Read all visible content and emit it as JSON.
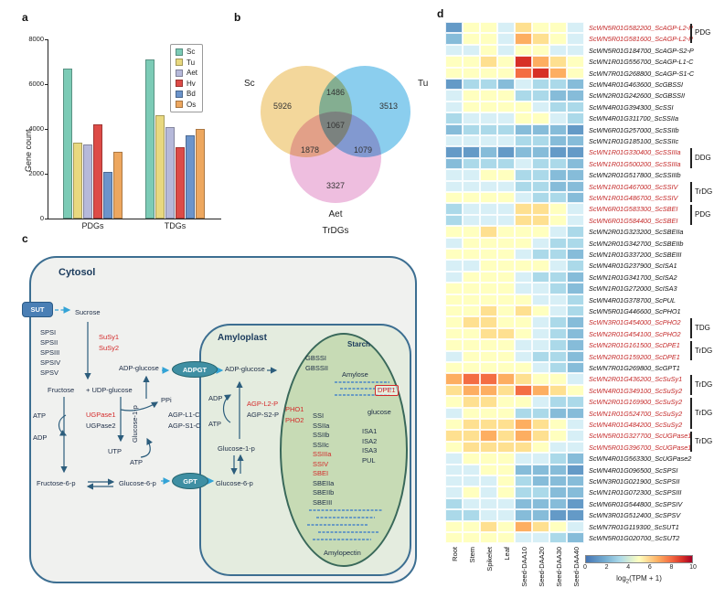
{
  "panels": {
    "a": "a",
    "b": "b",
    "c": "c",
    "d": "d"
  },
  "bar_chart": {
    "type": "bar",
    "ylabel": "Gene count",
    "ylim": [
      0,
      8000
    ],
    "yticks": [
      0,
      2000,
      4000,
      6000,
      8000
    ],
    "categories": [
      "PDGs",
      "TDGs"
    ],
    "series": [
      {
        "name": "Sc",
        "color": "#7ccbb6",
        "values": [
          6700,
          7100
        ]
      },
      {
        "name": "Tu",
        "color": "#e8d87f",
        "values": [
          3400,
          4600
        ]
      },
      {
        "name": "Aet",
        "color": "#b6b9da",
        "values": [
          3300,
          4100
        ]
      },
      {
        "name": "Hv",
        "color": "#dd4b47",
        "values": [
          4200,
          3200
        ]
      },
      {
        "name": "Bd",
        "color": "#6b94cb",
        "values": [
          2100,
          3700
        ]
      },
      {
        "name": "Os",
        "color": "#eda75f",
        "values": [
          3000,
          4000
        ]
      }
    ]
  },
  "venn": {
    "set_labels": {
      "sc": "Sc",
      "tu": "Tu",
      "aet": "Aet"
    },
    "footer": "TrDGs",
    "counts": {
      "sc_only": "5926",
      "tu_only": "3513",
      "aet_only": "3327",
      "sc_tu": "1486",
      "sc_aet": "1878",
      "tu_aet": "1079",
      "all": "1067"
    }
  },
  "pathway": {
    "compartments": {
      "cytosol": "Cytosol",
      "amyloplast": "Amyloplast",
      "starch": "Starch"
    },
    "transporters": {
      "sut": "SUT",
      "adpgt": "ADPGT",
      "gpt": "GPT"
    },
    "labels": {
      "sucrose": "Sucrose",
      "fructose": "Fructose",
      "plus_udp_glucose": "+ UDP-glucose",
      "ugpase1": "UGPase1",
      "ugpase2": "UGPase2",
      "ppi": "PPi",
      "utp": "UTP",
      "glucose_1p_cytosol": "Glucose-1-p",
      "atp_fructokinase": "ATP",
      "adp_fructokinase": "ADP",
      "atp_agpase_cytosol": "ATP",
      "agp_l1_c": "AGP-L1-C",
      "agp_s1_c": "AGP-S1-C",
      "adp_glucose_cytosol": "ADP-glucose",
      "fructose_6p": "Fructose-6-p",
      "glucose_6p_cytosol": "Glucose-6-p",
      "adp_glucose_amyloplast": "ADP-glucose",
      "adp_agpase_plastid": "ADP",
      "atp_agpase_plastid": "ATP",
      "agp_l2_p": "AGP-L2-P",
      "agp_s2_p": "AGP-S2-P",
      "glucose_1p_amyloplast": "Glucose-1-p",
      "glucose_6p_amyloplast": "Glucose-6-p",
      "amylose": "Amylose",
      "dpe1": "DPE1",
      "glucose": "glucose",
      "amylopectin": "Amylopectin"
    },
    "sps_isoforms": [
      "SPSI",
      "SPSII",
      "SPSIII",
      "SPSIV",
      "SPSV"
    ],
    "susy_isoforms": [
      "SuSy1",
      "SuSy2"
    ],
    "gbss_isoforms": [
      "GBSSI",
      "GBSSII"
    ],
    "pho_isoforms": [
      "PHO1",
      "PHO2"
    ],
    "ss_sbe_isoforms": [
      "SSI",
      "SSIIa",
      "SSIIb",
      "SSIIc",
      "SSIIIa",
      "SSIV",
      "SBEI",
      "SBEIIa",
      "SBEIIb",
      "SBEIII"
    ],
    "isa_isoforms": [
      "ISA1",
      "ISA2",
      "ISA3",
      "PUL"
    ]
  },
  "heatmap": {
    "type": "heatmap",
    "columns": [
      "Root",
      "Stem",
      "Spikelet",
      "Leaf",
      "Seed-DAA10",
      "Seed-DAA20",
      "Seed-DAA30",
      "Seed-DAA40"
    ],
    "rows": [
      {
        "label": "ScWN5R01G582200_ScAGP-L2-P",
        "red": true,
        "values": [
          1,
          5,
          5,
          4,
          6,
          5,
          5,
          4
        ]
      },
      {
        "label": "ScWN5R01G581600_ScAGP-L2-P",
        "red": true,
        "values": [
          2,
          5,
          5,
          4,
          7,
          6,
          5,
          4
        ]
      },
      {
        "label": "ScWN5R01G184700_ScAGP-S2-P",
        "red": false,
        "values": [
          4,
          4,
          5,
          4,
          5,
          5,
          4,
          4
        ]
      },
      {
        "label": "ScWN1R01G556700_ScAGP-L1-C",
        "red": false,
        "values": [
          5,
          5,
          6,
          5,
          9,
          7,
          6,
          5
        ]
      },
      {
        "label": "ScWN7R01G268800_ScAGP-S1-C",
        "red": false,
        "values": [
          5,
          5,
          5,
          5,
          8,
          9,
          7,
          5
        ]
      },
      {
        "label": "ScWN4R01G463600_ScGBSSI",
        "red": false,
        "values": [
          1,
          3,
          3,
          2,
          4,
          3,
          3,
          2
        ]
      },
      {
        "label": "ScWN2R01G242600_ScGBSSII",
        "red": false,
        "values": [
          4,
          5,
          5,
          5,
          3,
          3,
          2,
          2
        ]
      },
      {
        "label": "ScWN4R01G394300_ScSSI",
        "red": false,
        "values": [
          4,
          5,
          5,
          5,
          5,
          4,
          3,
          3
        ]
      },
      {
        "label": "ScWN4R01G311700_ScSSIIa",
        "red": false,
        "values": [
          3,
          4,
          4,
          4,
          5,
          5,
          4,
          3
        ]
      },
      {
        "label": "ScWN6R01G257000_ScSSIIb",
        "red": false,
        "values": [
          2,
          3,
          3,
          3,
          2,
          2,
          2,
          1
        ]
      },
      {
        "label": "ScWN1R01G185100_ScSSIIc",
        "red": false,
        "values": [
          4,
          4,
          4,
          4,
          3,
          3,
          2,
          2
        ]
      },
      {
        "label": "ScWN1R01G330400_ScSSIIIa",
        "red": true,
        "values": [
          1,
          1,
          2,
          1,
          2,
          2,
          1,
          1
        ]
      },
      {
        "label": "ScWN1R01G500200_ScSSIIIa",
        "red": true,
        "values": [
          2,
          3,
          3,
          3,
          4,
          3,
          3,
          2
        ]
      },
      {
        "label": "ScWN2R01G517800_ScSSIIIb",
        "red": false,
        "values": [
          4,
          4,
          5,
          5,
          3,
          3,
          2,
          2
        ]
      },
      {
        "label": "ScWN1R01G467000_ScSSIV",
        "red": true,
        "values": [
          4,
          4,
          4,
          4,
          3,
          3,
          2,
          2
        ]
      },
      {
        "label": "ScWN1R01G486700_ScSSIV",
        "red": true,
        "values": [
          5,
          5,
          5,
          5,
          4,
          3,
          3,
          2
        ]
      },
      {
        "label": "ScWN6R01G583300_ScSBEI",
        "red": true,
        "values": [
          3,
          4,
          4,
          4,
          6,
          6,
          5,
          4
        ]
      },
      {
        "label": "ScWN6R01G584400_ScSBEI",
        "red": true,
        "values": [
          3,
          4,
          4,
          4,
          6,
          6,
          5,
          4
        ]
      },
      {
        "label": "ScWN2R01G323200_ScSBEIIa",
        "red": false,
        "values": [
          5,
          5,
          6,
          5,
          5,
          5,
          4,
          3
        ]
      },
      {
        "label": "ScWN2R01G342700_ScSBEIIb",
        "red": false,
        "values": [
          4,
          5,
          5,
          5,
          5,
          4,
          3,
          3
        ]
      },
      {
        "label": "ScWN1R01G337200_ScSBEIII",
        "red": false,
        "values": [
          5,
          5,
          5,
          5,
          4,
          3,
          3,
          2
        ]
      },
      {
        "label": "ScWN4R01G237900_ScISA1",
        "red": false,
        "values": [
          4,
          4,
          5,
          5,
          5,
          5,
          4,
          3
        ]
      },
      {
        "label": "ScWN1R01G341700_ScISA2",
        "red": false,
        "values": [
          4,
          5,
          5,
          5,
          4,
          3,
          3,
          2
        ]
      },
      {
        "label": "ScWN1R01G272000_ScISA3",
        "red": false,
        "values": [
          5,
          5,
          5,
          5,
          4,
          4,
          3,
          2
        ]
      },
      {
        "label": "ScWN4R01G378700_ScPUL",
        "red": false,
        "values": [
          5,
          5,
          5,
          5,
          5,
          4,
          4,
          3
        ]
      },
      {
        "label": "ScWN5R01G446600_ScPHO1",
        "red": false,
        "values": [
          5,
          5,
          6,
          5,
          6,
          5,
          4,
          3
        ]
      },
      {
        "label": "ScWN3R01G454000_ScPHO2",
        "red": true,
        "values": [
          5,
          6,
          6,
          5,
          5,
          4,
          3,
          2
        ]
      },
      {
        "label": "ScWN2R01G454100_ScPHO2",
        "red": true,
        "values": [
          5,
          5,
          6,
          6,
          5,
          4,
          3,
          2
        ]
      },
      {
        "label": "ScWN2R01G161500_ScDPE1",
        "red": true,
        "values": [
          5,
          5,
          5,
          5,
          4,
          4,
          3,
          2
        ]
      },
      {
        "label": "ScWN2R01G159200_ScDPE1",
        "red": true,
        "values": [
          4,
          5,
          5,
          5,
          4,
          3,
          3,
          2
        ]
      },
      {
        "label": "ScWN7R01G269800_ScGPT1",
        "red": false,
        "values": [
          5,
          5,
          5,
          5,
          5,
          4,
          3,
          2
        ]
      },
      {
        "label": "ScWN2R01G436200_ScSuSy1",
        "red": true,
        "values": [
          7,
          8,
          8,
          7,
          6,
          5,
          5,
          4
        ]
      },
      {
        "label": "ScWN4R01G349100_ScSuSy2",
        "red": true,
        "values": [
          6,
          7,
          7,
          6,
          8,
          7,
          6,
          5
        ]
      },
      {
        "label": "ScWN2R01G169900_ScSuSy2",
        "red": true,
        "values": [
          5,
          6,
          6,
          5,
          5,
          4,
          3,
          3
        ]
      },
      {
        "label": "ScWN1R01G524700_ScSuSy2",
        "red": true,
        "values": [
          4,
          5,
          5,
          5,
          3,
          3,
          2,
          2
        ]
      },
      {
        "label": "ScWN4R01G484200_ScSuSy2",
        "red": true,
        "values": [
          5,
          6,
          6,
          6,
          7,
          6,
          5,
          4
        ]
      },
      {
        "label": "ScWN5R01G327700_ScUGPase1",
        "red": true,
        "values": [
          6,
          6,
          7,
          6,
          7,
          6,
          5,
          4
        ]
      },
      {
        "label": "ScWN5R01G396700_ScUGPase1",
        "red": true,
        "values": [
          5,
          6,
          6,
          6,
          6,
          5,
          4,
          4
        ]
      },
      {
        "label": "ScWN4R01G563300_ScUGPase2",
        "red": false,
        "values": [
          4,
          5,
          5,
          5,
          4,
          4,
          3,
          2
        ]
      },
      {
        "label": "ScWN4R01G096500_ScSPSI",
        "red": false,
        "values": [
          4,
          4,
          5,
          5,
          2,
          2,
          2,
          1
        ]
      },
      {
        "label": "ScWN3R01G021900_ScSPSII",
        "red": false,
        "values": [
          4,
          4,
          4,
          5,
          3,
          2,
          2,
          2
        ]
      },
      {
        "label": "ScWN1R01G072300_ScSPSIII",
        "red": false,
        "values": [
          4,
          5,
          4,
          5,
          3,
          3,
          2,
          2
        ]
      },
      {
        "label": "ScWN6R01G544800_ScSPSIV",
        "red": false,
        "values": [
          3,
          4,
          4,
          4,
          2,
          2,
          2,
          1
        ]
      },
      {
        "label": "ScWN3R01G512400_ScSPSV",
        "red": false,
        "values": [
          3,
          3,
          4,
          4,
          2,
          2,
          1,
          1
        ]
      },
      {
        "label": "ScWN7R01G119300_ScSUT1",
        "red": false,
        "values": [
          5,
          5,
          6,
          5,
          7,
          6,
          5,
          4
        ]
      },
      {
        "label": "ScWN5R01G020700_ScSUT2",
        "red": false,
        "values": [
          5,
          5,
          5,
          5,
          4,
          4,
          3,
          2
        ]
      }
    ],
    "brackets": [
      {
        "label": "PDG",
        "start": 0,
        "end": 1
      },
      {
        "label": "DDG",
        "start": 11,
        "end": 12
      },
      {
        "label": "TrDG",
        "start": 14,
        "end": 15
      },
      {
        "label": "PDG",
        "start": 16,
        "end": 17
      },
      {
        "label": "TDG",
        "start": 26,
        "end": 27
      },
      {
        "label": "TrDG",
        "start": 28,
        "end": 29
      },
      {
        "label": "TrDG",
        "start": 31,
        "end": 32
      },
      {
        "label": "TrDG",
        "start": 33,
        "end": 35
      },
      {
        "label": "TrDG",
        "start": 36,
        "end": 37
      }
    ],
    "legend": {
      "ticks": [
        0,
        2,
        4,
        6,
        8,
        10
      ],
      "label_parts": [
        "log",
        "2",
        "(TPM + 1)"
      ]
    }
  }
}
